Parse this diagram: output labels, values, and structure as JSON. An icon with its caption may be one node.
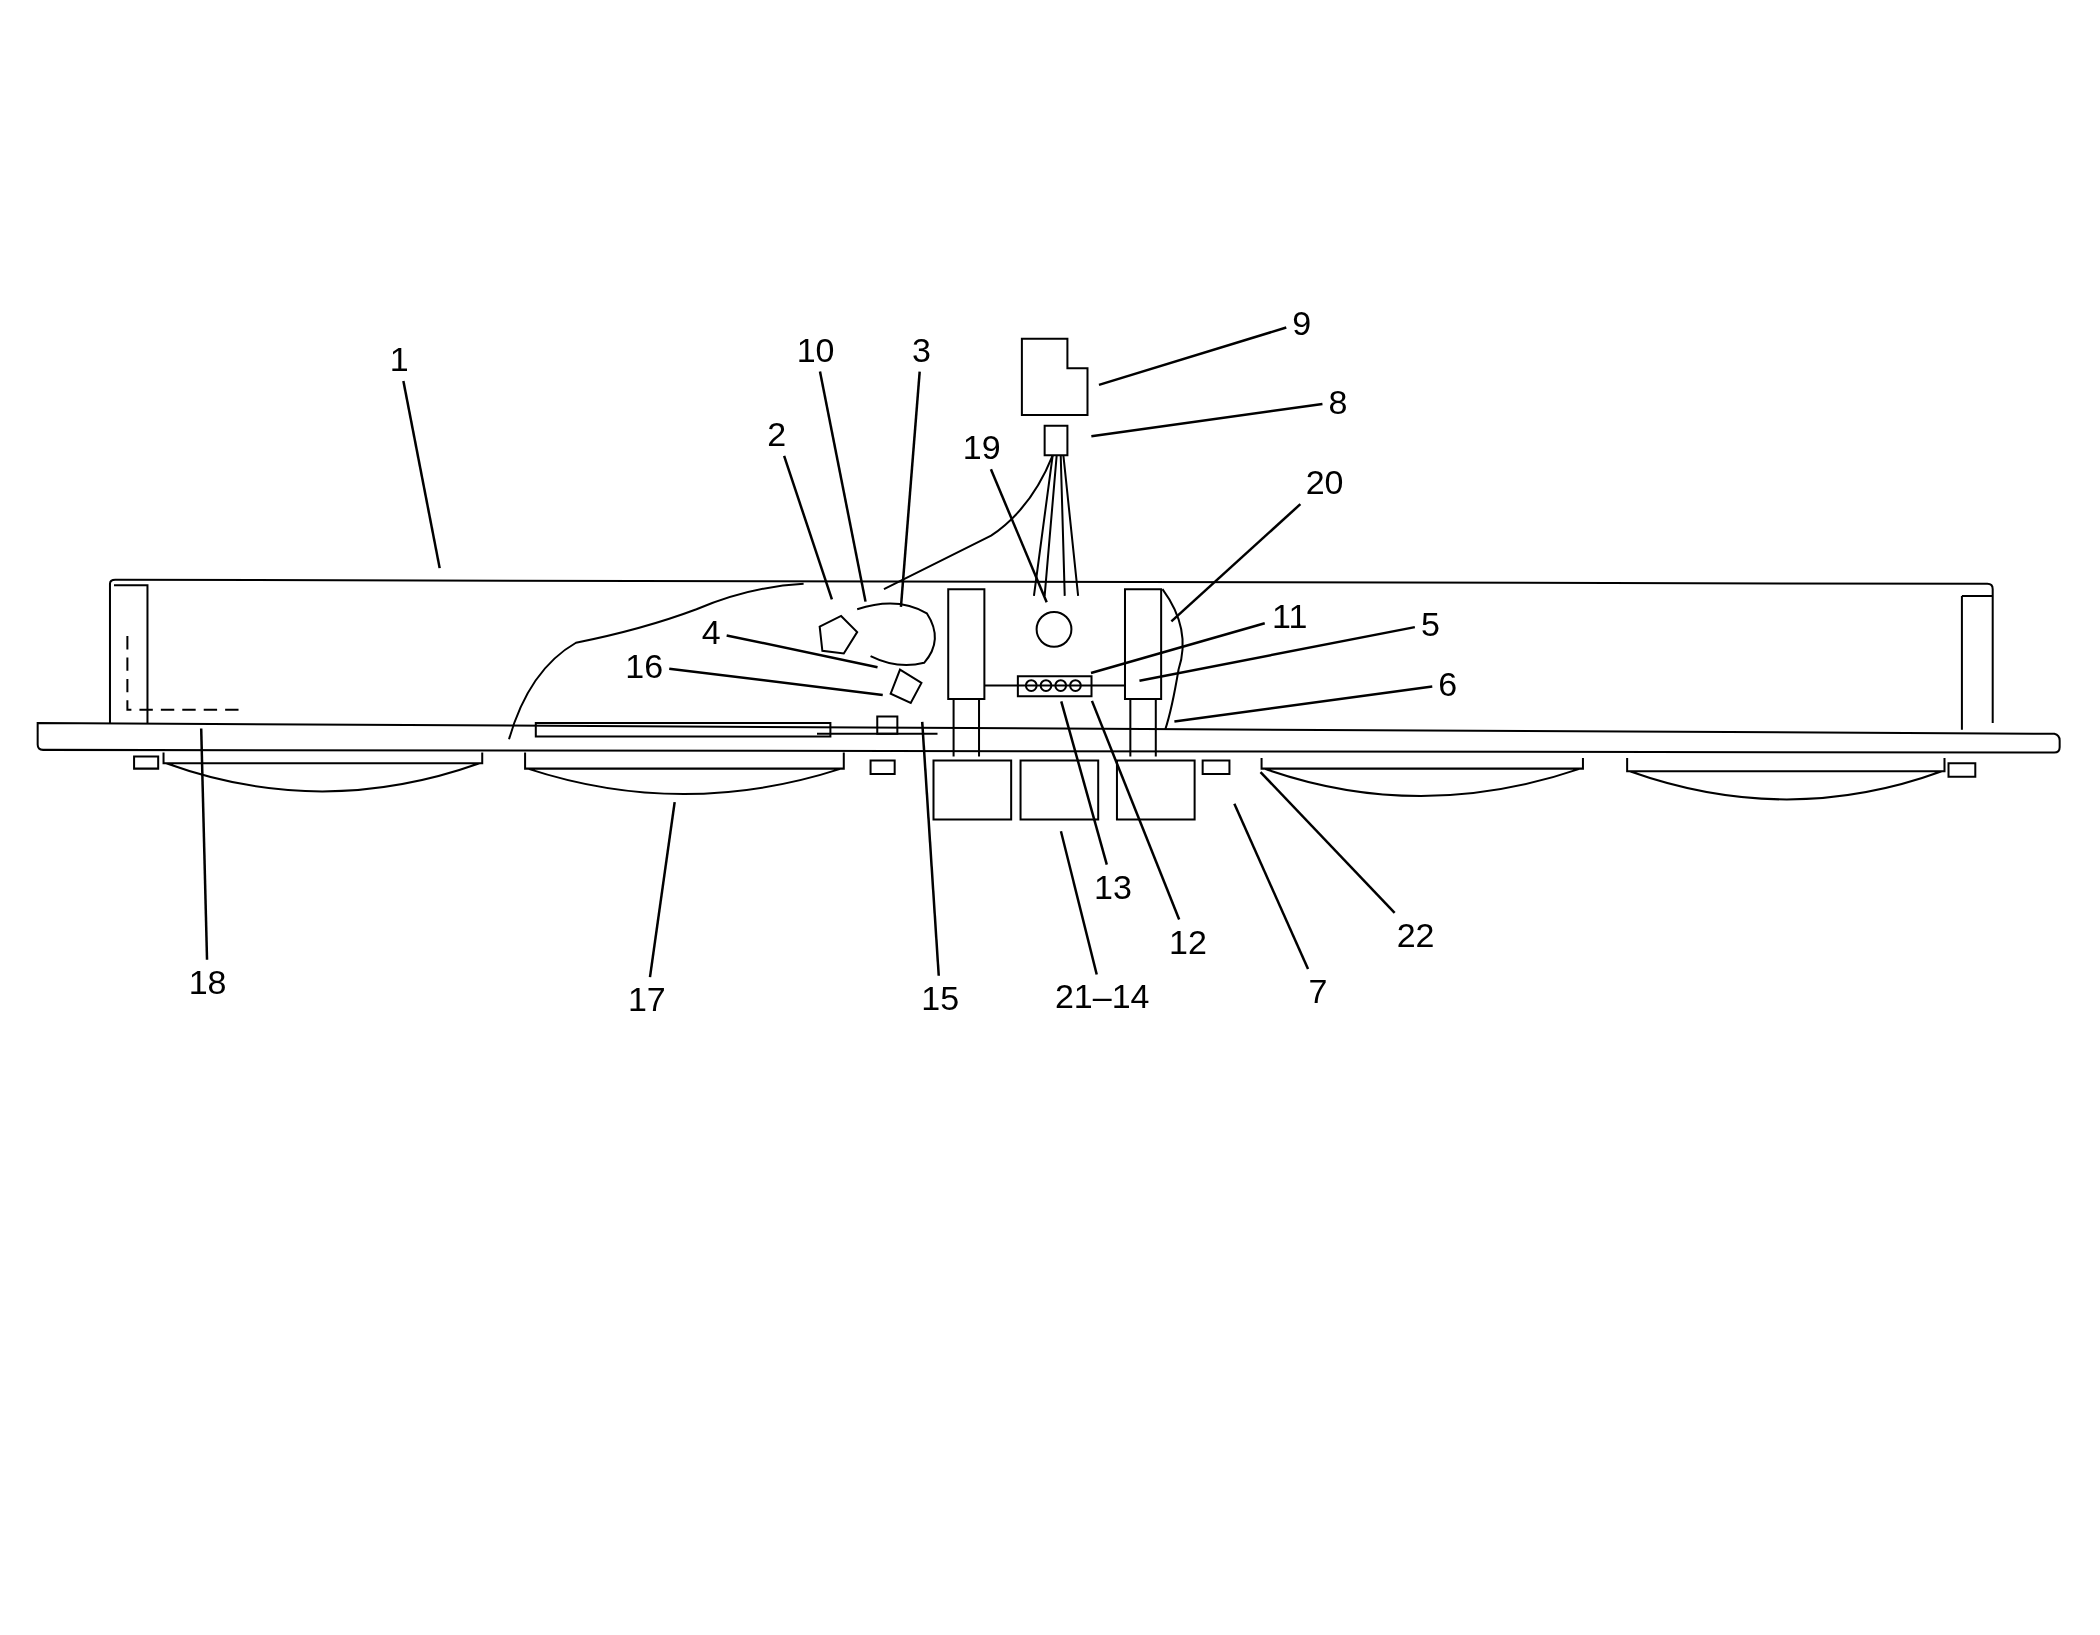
{
  "diagram": {
    "nodes": [
      {
        "text": [
          "9"
        ]
      },
      {
        "text": [
          "10"
        ]
      },
      {
        "text": [
          "3"
        ]
      },
      {
        "text": [
          "1"
        ]
      },
      {
        "text": [
          "8"
        ]
      },
      {
        "text": [
          "2"
        ]
      },
      {
        "text": [
          "19"
        ]
      },
      {
        "text": [
          "20"
        ]
      },
      {
        "text": [
          "11"
        ]
      },
      {
        "text": [
          "5"
        ]
      },
      {
        "text": [
          "4"
        ]
      },
      {
        "text": [
          "16"
        ]
      },
      {
        "text": [
          "6"
        ]
      },
      {
        "text": [
          "13"
        ]
      },
      {
        "text": [
          "22"
        ]
      },
      {
        "text": [
          "12"
        ]
      },
      {
        "text": [
          "18"
        ]
      },
      {
        "text": [
          "7"
        ]
      },
      {
        "text": [
          "21–14"
        ]
      },
      {
        "text": [
          "15"
        ]
      },
      {
        "text": [
          "17"
        ]
      }
    ],
    "edges": [
      {
        "from": 0,
        "to": null,
        "arrow": "none"
      },
      {
        "from": 1,
        "to": null,
        "arrow": "none"
      },
      {
        "from": 2,
        "to": null,
        "arrow": "none"
      },
      {
        "from": 3,
        "to": null,
        "arrow": "none"
      },
      {
        "from": 4,
        "to": null,
        "arrow": "none"
      },
      {
        "from": 5,
        "to": null,
        "arrow": "none"
      },
      {
        "from": 6,
        "to": null,
        "arrow": "none"
      },
      {
        "from": 7,
        "to": null,
        "arrow": "none"
      },
      {
        "from": 8,
        "to": null,
        "arrow": "none"
      },
      {
        "from": 9,
        "to": null,
        "arrow": "none"
      },
      {
        "from": 10,
        "to": null,
        "arrow": "none"
      },
      {
        "from": 11,
        "to": null,
        "arrow": "none"
      },
      {
        "from": 12,
        "to": null,
        "arrow": "none"
      },
      {
        "from": 13,
        "to": null,
        "arrow": "none"
      },
      {
        "from": 14,
        "to": null,
        "arrow": "none"
      },
      {
        "from": 15,
        "to": null,
        "arrow": "none"
      },
      {
        "from": 16,
        "to": null,
        "arrow": "none"
      },
      {
        "from": 17,
        "to": null,
        "arrow": "none"
      },
      {
        "from": 18,
        "to": null,
        "arrow": "none"
      },
      {
        "from": 19,
        "to": null,
        "arrow": "none"
      },
      {
        "from": 20,
        "to": null,
        "arrow": "none"
      }
    ]
  }
}
